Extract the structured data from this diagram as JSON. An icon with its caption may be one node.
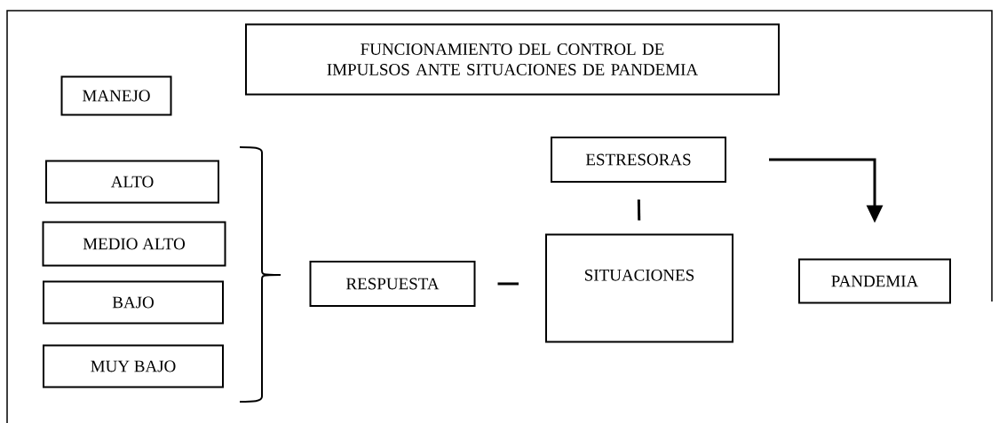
{
  "diagram": {
    "nodes": [
      {
        "text": [
          "FUNCIONAMIENTO DEL CONTROL DE IMPULSOS ANTE SITUACIONES DE PANDEMIA"
        ]
      },
      {
        "text": [
          "MANEJO"
        ]
      },
      {
        "text": [
          "ALTO"
        ]
      },
      {
        "text": [
          "MEDIO ALTO"
        ]
      },
      {
        "text": [
          "BAJO"
        ]
      },
      {
        "text": [
          "MUY BAJO"
        ]
      },
      {
        "text": [
          "ESTRESORAS"
        ]
      },
      {
        "text": [
          "RESPUESTA"
        ]
      },
      {
        "text": [
          "SITUACIONES"
        ]
      },
      {
        "text": [
          "PANDEMIA"
        ]
      }
    ],
    "edges": [
      {
        "from": 7,
        "to": 8,
        "arrow": "none"
      },
      {
        "from": 6,
        "to": 8,
        "arrow": "none"
      },
      {
        "from": 6,
        "to": 9,
        "arrow": "to"
      }
    ]
  }
}
